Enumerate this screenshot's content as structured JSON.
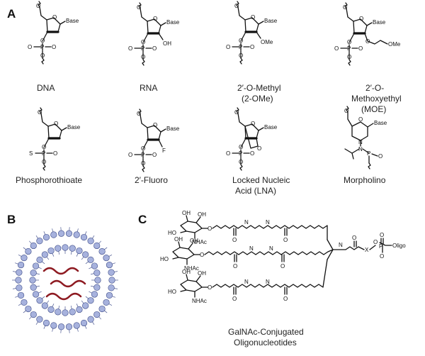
{
  "panels": {
    "a": "A",
    "b": "B",
    "c": "C"
  },
  "atoms": {
    "base": "Base",
    "o_minus": "O",
    "p": "P",
    "oh": "OH",
    "ome": "OMe",
    "moe_o": "O",
    "moe_ome": "OMe",
    "s_minus": "S",
    "f": "F",
    "n": "N",
    "ho": "HO",
    "nhac": "NHAc",
    "oligo": "Oligo",
    "x": "X"
  },
  "structures": [
    {
      "label_line1": "DNA",
      "label_line2": ""
    },
    {
      "label_line1": "RNA",
      "label_line2": ""
    },
    {
      "label_line1": "2′-O-Methyl",
      "label_line2": "(2-OMe)"
    },
    {
      "label_line1": "2′-O-",
      "label_line2": "Methoxyethyl",
      "label_line3": "(MOE)"
    },
    {
      "label_line1": "Phosphorothioate",
      "label_line2": ""
    },
    {
      "label_line1": "2′-Fluoro",
      "label_line2": ""
    },
    {
      "label_line1": "Locked Nucleic",
      "label_line2": "Acid (LNA)"
    },
    {
      "label_line1": "Morpholino",
      "label_line2": ""
    }
  ],
  "galnac": {
    "caption_line1": "GalNAc-Conjugated",
    "caption_line2": "Oligonucleotides"
  },
  "colors": {
    "lipid_head": "#a7b2dd",
    "lipid_outline": "#3c4a86",
    "oligo_strand": "#8e1b22"
  }
}
